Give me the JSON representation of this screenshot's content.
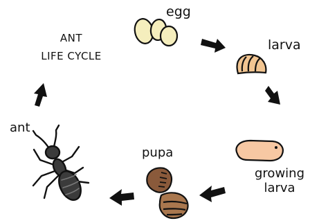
{
  "title": {
    "line1": "ANT",
    "line2": "LIFE CYCLE"
  },
  "stages": {
    "egg": "egg",
    "larva": "larva",
    "growing_larva_line1": "growing",
    "growing_larva_line2": "larva",
    "pupa": "pupa",
    "ant": "ant"
  },
  "icons": {
    "egg": "eggs-icon",
    "larva": "larva-icon",
    "growing_larva": "growing-larva-icon",
    "pupa": "pupa-icon",
    "ant": "ant-icon",
    "arrow": "arrow-icon"
  },
  "colors": {
    "egg_fill": "#F5EEBD",
    "larva_fill": "#F2C591",
    "growing_larva_fill": "#F7C8A3",
    "pupa_fill": "#8A5A3B",
    "pupa_light": "#A9774E",
    "ant_fill": "#3B3B3B",
    "outline": "#111111"
  }
}
